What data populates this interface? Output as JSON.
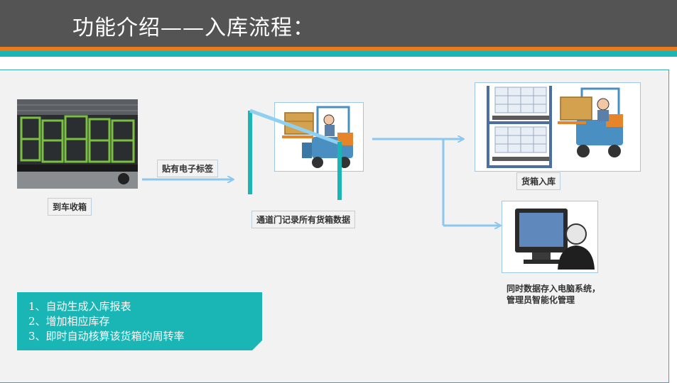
{
  "header": {
    "title": "功能介绍——入库流程："
  },
  "steps": {
    "arrive": "到车收箱",
    "label": "贴有电子标签",
    "gate": "通道门记录所有货箱数据",
    "store": "货箱入库",
    "system_line1": "同时数据存入电脑系统，",
    "system_line2": "管理员智能化管理"
  },
  "benefits": [
    "1、自动生成入库报表",
    "2、增加相应库存",
    "3、即时自动核算该货箱的周转率"
  ],
  "colors": {
    "accent_teal": "#1ab5b5",
    "accent_orange": "#e97b1f",
    "arrow": "#8cc8ee",
    "header": "#545454"
  }
}
